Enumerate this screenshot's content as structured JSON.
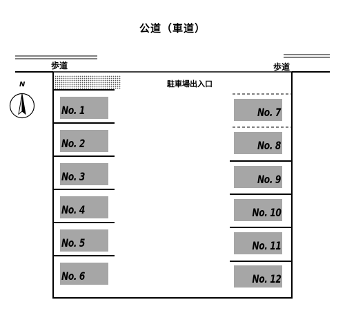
{
  "title": "公道（車道）",
  "sidewalk_left": "歩道",
  "sidewalk_right": "歩道",
  "entrance_label": "駐車場出入口",
  "north_label": "N",
  "spaces_left": [
    "No. 1",
    "No. 2",
    "No. 3",
    "No. 4",
    "No. 5",
    "No. 6"
  ],
  "spaces_right": [
    "No. 7",
    "No. 8",
    "No. 9",
    "No. 10",
    "No. 11",
    "No. 12"
  ],
  "colors": {
    "space_fill": "#a6a6a6",
    "line": "#000000"
  }
}
